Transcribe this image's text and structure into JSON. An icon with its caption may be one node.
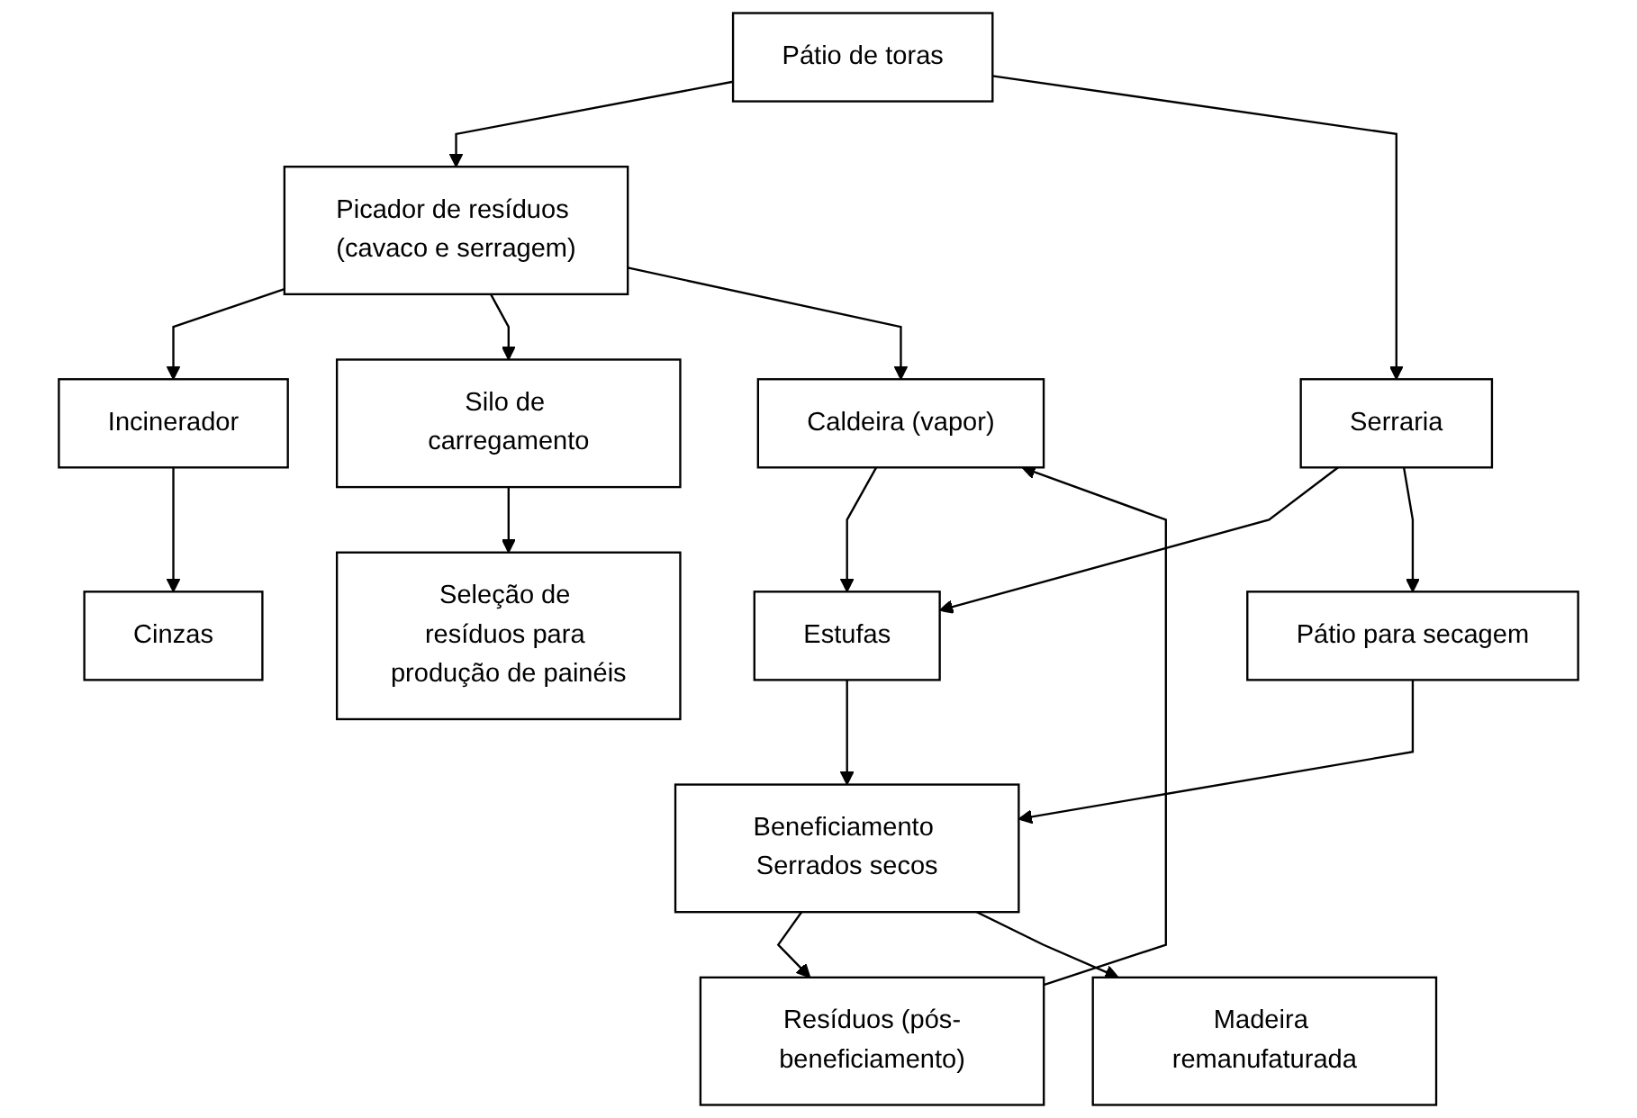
{
  "diagram": {
    "nodes": [
      {
        "text": [
          "Pátio de toras"
        ]
      },
      {
        "text": [
          "Picador de resíduos (cavaco e serragem)"
        ]
      },
      {
        "text": [
          "Serraria"
        ]
      },
      {
        "text": [
          "Incinerador"
        ]
      },
      {
        "text": [
          "Silo de carregamento"
        ]
      },
      {
        "text": [
          "Caldeira (vapor)"
        ]
      },
      {
        "text": [
          "Estufas"
        ]
      },
      {
        "text": [
          "Pátio para secagem"
        ]
      },
      {
        "text": [
          "Cinzas"
        ]
      },
      {
        "text": [
          "Seleção de resíduos para produção de painéis"
        ]
      },
      {
        "text": [
          "Resíduos (pós-beneficiamento)"
        ]
      },
      {
        "text": [
          "Beneficiamento Serrados secos"
        ]
      },
      {
        "text": [
          "Madeira remanufaturada"
        ]
      }
    ],
    "edges": [
      {
        "from": 0,
        "to": 1,
        "arrow": "to"
      },
      {
        "from": 0,
        "to": 2,
        "arrow": "to"
      },
      {
        "from": 1,
        "to": 3,
        "arrow": "to"
      },
      {
        "from": 1,
        "to": 4,
        "arrow": "to"
      },
      {
        "from": 1,
        "to": 5,
        "arrow": "to"
      },
      {
        "from": 2,
        "to": 6,
        "arrow": "to"
      },
      {
        "from": 2,
        "to": 7,
        "arrow": "to"
      },
      {
        "from": 3,
        "to": 8,
        "arrow": "to"
      },
      {
        "from": 4,
        "to": 9,
        "arrow": "to"
      },
      {
        "from": 5,
        "to": 6,
        "arrow": "to"
      },
      {
        "from": 6,
        "to": 11,
        "arrow": "to"
      },
      {
        "from": 7,
        "to": 11,
        "arrow": "to"
      },
      {
        "from": 11,
        "to": 10,
        "arrow": "to"
      },
      {
        "from": 10,
        "to": 5,
        "arrow": "to"
      },
      {
        "from": 11,
        "to": 12,
        "arrow": "to"
      }
    ]
  }
}
